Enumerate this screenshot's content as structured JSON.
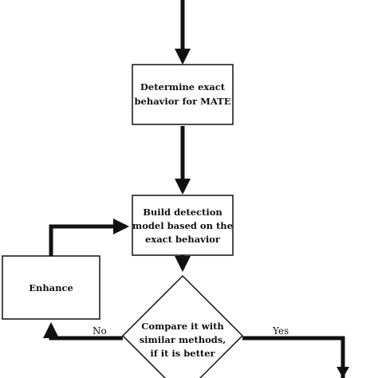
{
  "nodes": {
    "determine": {
      "line1": "Determine exact",
      "line2": "behavior for MATE"
    },
    "build": {
      "line1": "Build detection",
      "line2": "model based on the",
      "line3": "exact behavior"
    },
    "enhance": {
      "label": "Enhance"
    },
    "compare": {
      "line1": "Compare it with",
      "line2": "similar methods,",
      "line3": "if it is better"
    }
  },
  "edges": {
    "no_label": "No",
    "yes_label": "Yes"
  },
  "colors": {
    "stroke": "#111111",
    "fill": "#ffffff"
  }
}
